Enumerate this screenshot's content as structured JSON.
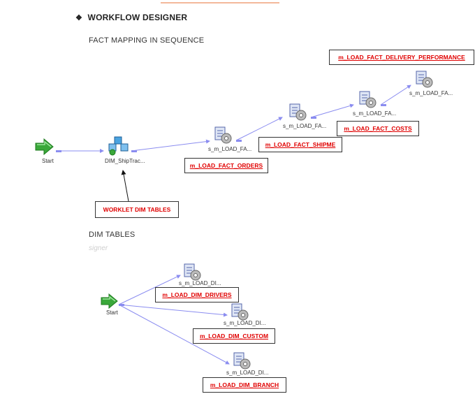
{
  "header": {
    "section_title": "WORKFLOW DESIGNER",
    "bullet": "❖",
    "fact_heading": "FACT MAPPING IN SEQUENCE",
    "dim_heading": "DIM TABLES",
    "faint_text": "signer"
  },
  "fact_workflow": {
    "start_label": "Start",
    "worklet_label": "DIM_ShipTrac...",
    "sessions": [
      "s_m_LOAD_FA...",
      "s_m_LOAD_FA...",
      "s_m_LOAD_FA...",
      "s_m_LOAD_FA..."
    ],
    "mapping_boxes": [
      "m_LOAD_FACT_ORDERS",
      "m_LOAD_FACT_SHIPME",
      "m_LOAD_FACT_COSTS",
      "m_LOAD_FACT_DELIVERY_PERFORMANCE"
    ],
    "worklet_box": "WORKLET DIM TABLES"
  },
  "dim_workflow": {
    "start_label": "Start",
    "sessions": [
      "s_m_LOAD_DI...",
      "s_m_LOAD_DI...",
      "s_m_LOAD_DI..."
    ],
    "mapping_boxes": [
      "m_LOAD_DIM_DRIVERS",
      "m_LOAD_DIM_CUSTOM",
      "m_LOAD_DIM_BRANCH"
    ]
  },
  "colors": {
    "link": "#8a8cf0",
    "box_text": "#e00000",
    "start_arrow": "#3aa83a"
  }
}
